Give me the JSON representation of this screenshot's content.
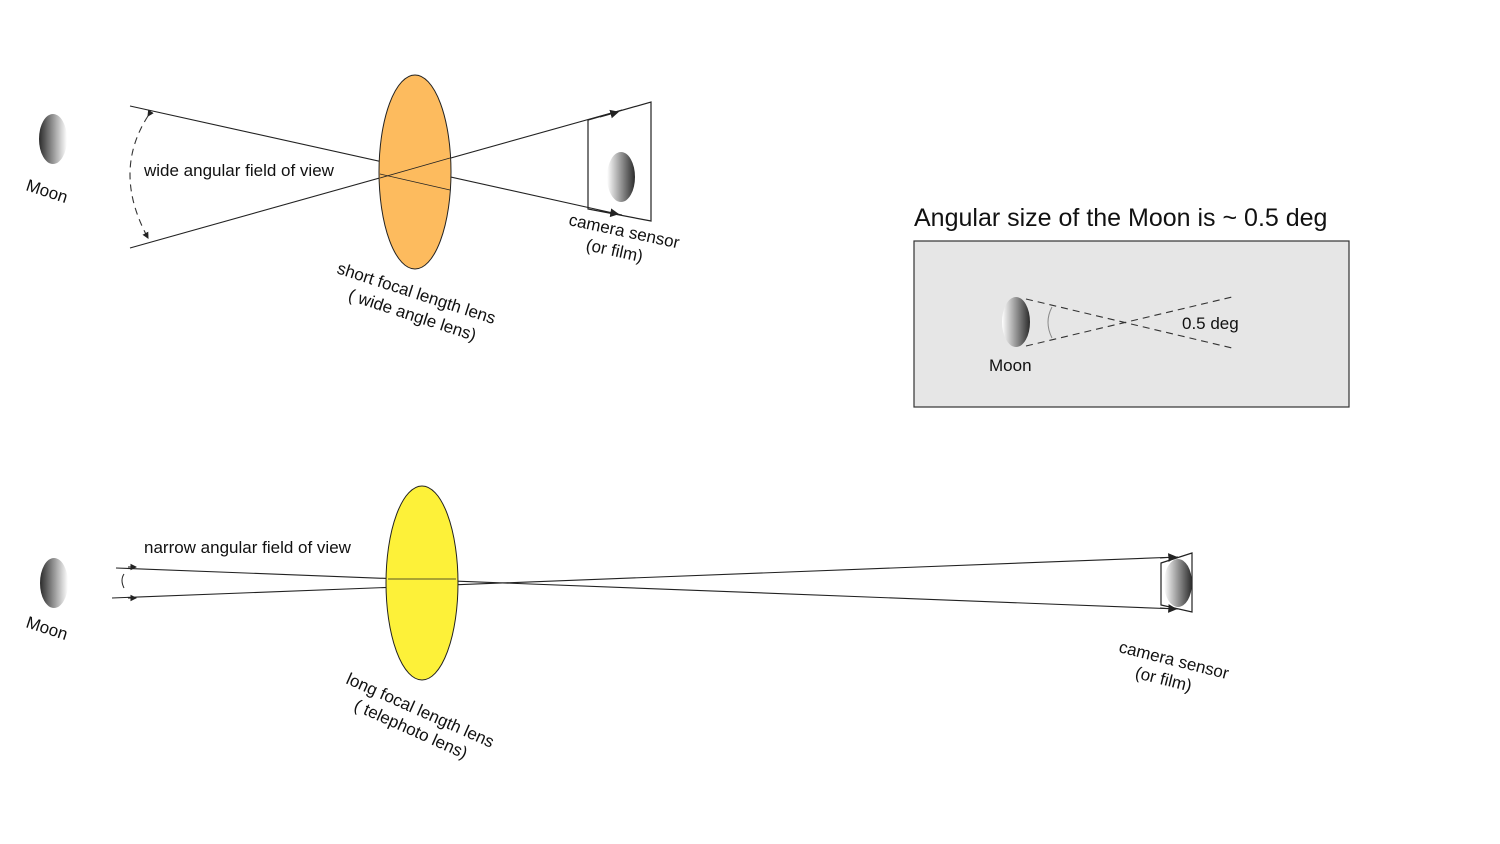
{
  "top": {
    "moon_label": "Moon",
    "fov_label": "wide angular field of view",
    "lens_label_line1": "short focal length lens",
    "lens_label_line2": "( wide angle lens)",
    "sensor_label_line1": "camera sensor",
    "sensor_label_line2": "(or film)",
    "lens_color": "#fdbb5e"
  },
  "bottom": {
    "moon_label": "Moon",
    "fov_label": "narrow angular field of view",
    "lens_label_line1": "long focal length lens",
    "lens_label_line2": "( telephoto lens)",
    "sensor_label_line1": "camera sensor",
    "sensor_label_line2": "(or film)",
    "lens_color": "#fdf139"
  },
  "inset": {
    "title": "Angular size of the Moon is  ~ 0.5 deg",
    "moon_label": "Moon",
    "angle_label": "0.5 deg",
    "background_color": "#e6e6e6"
  },
  "colors": {
    "moon_dark": "#2b2b2b",
    "moon_light": "#ffffff"
  }
}
